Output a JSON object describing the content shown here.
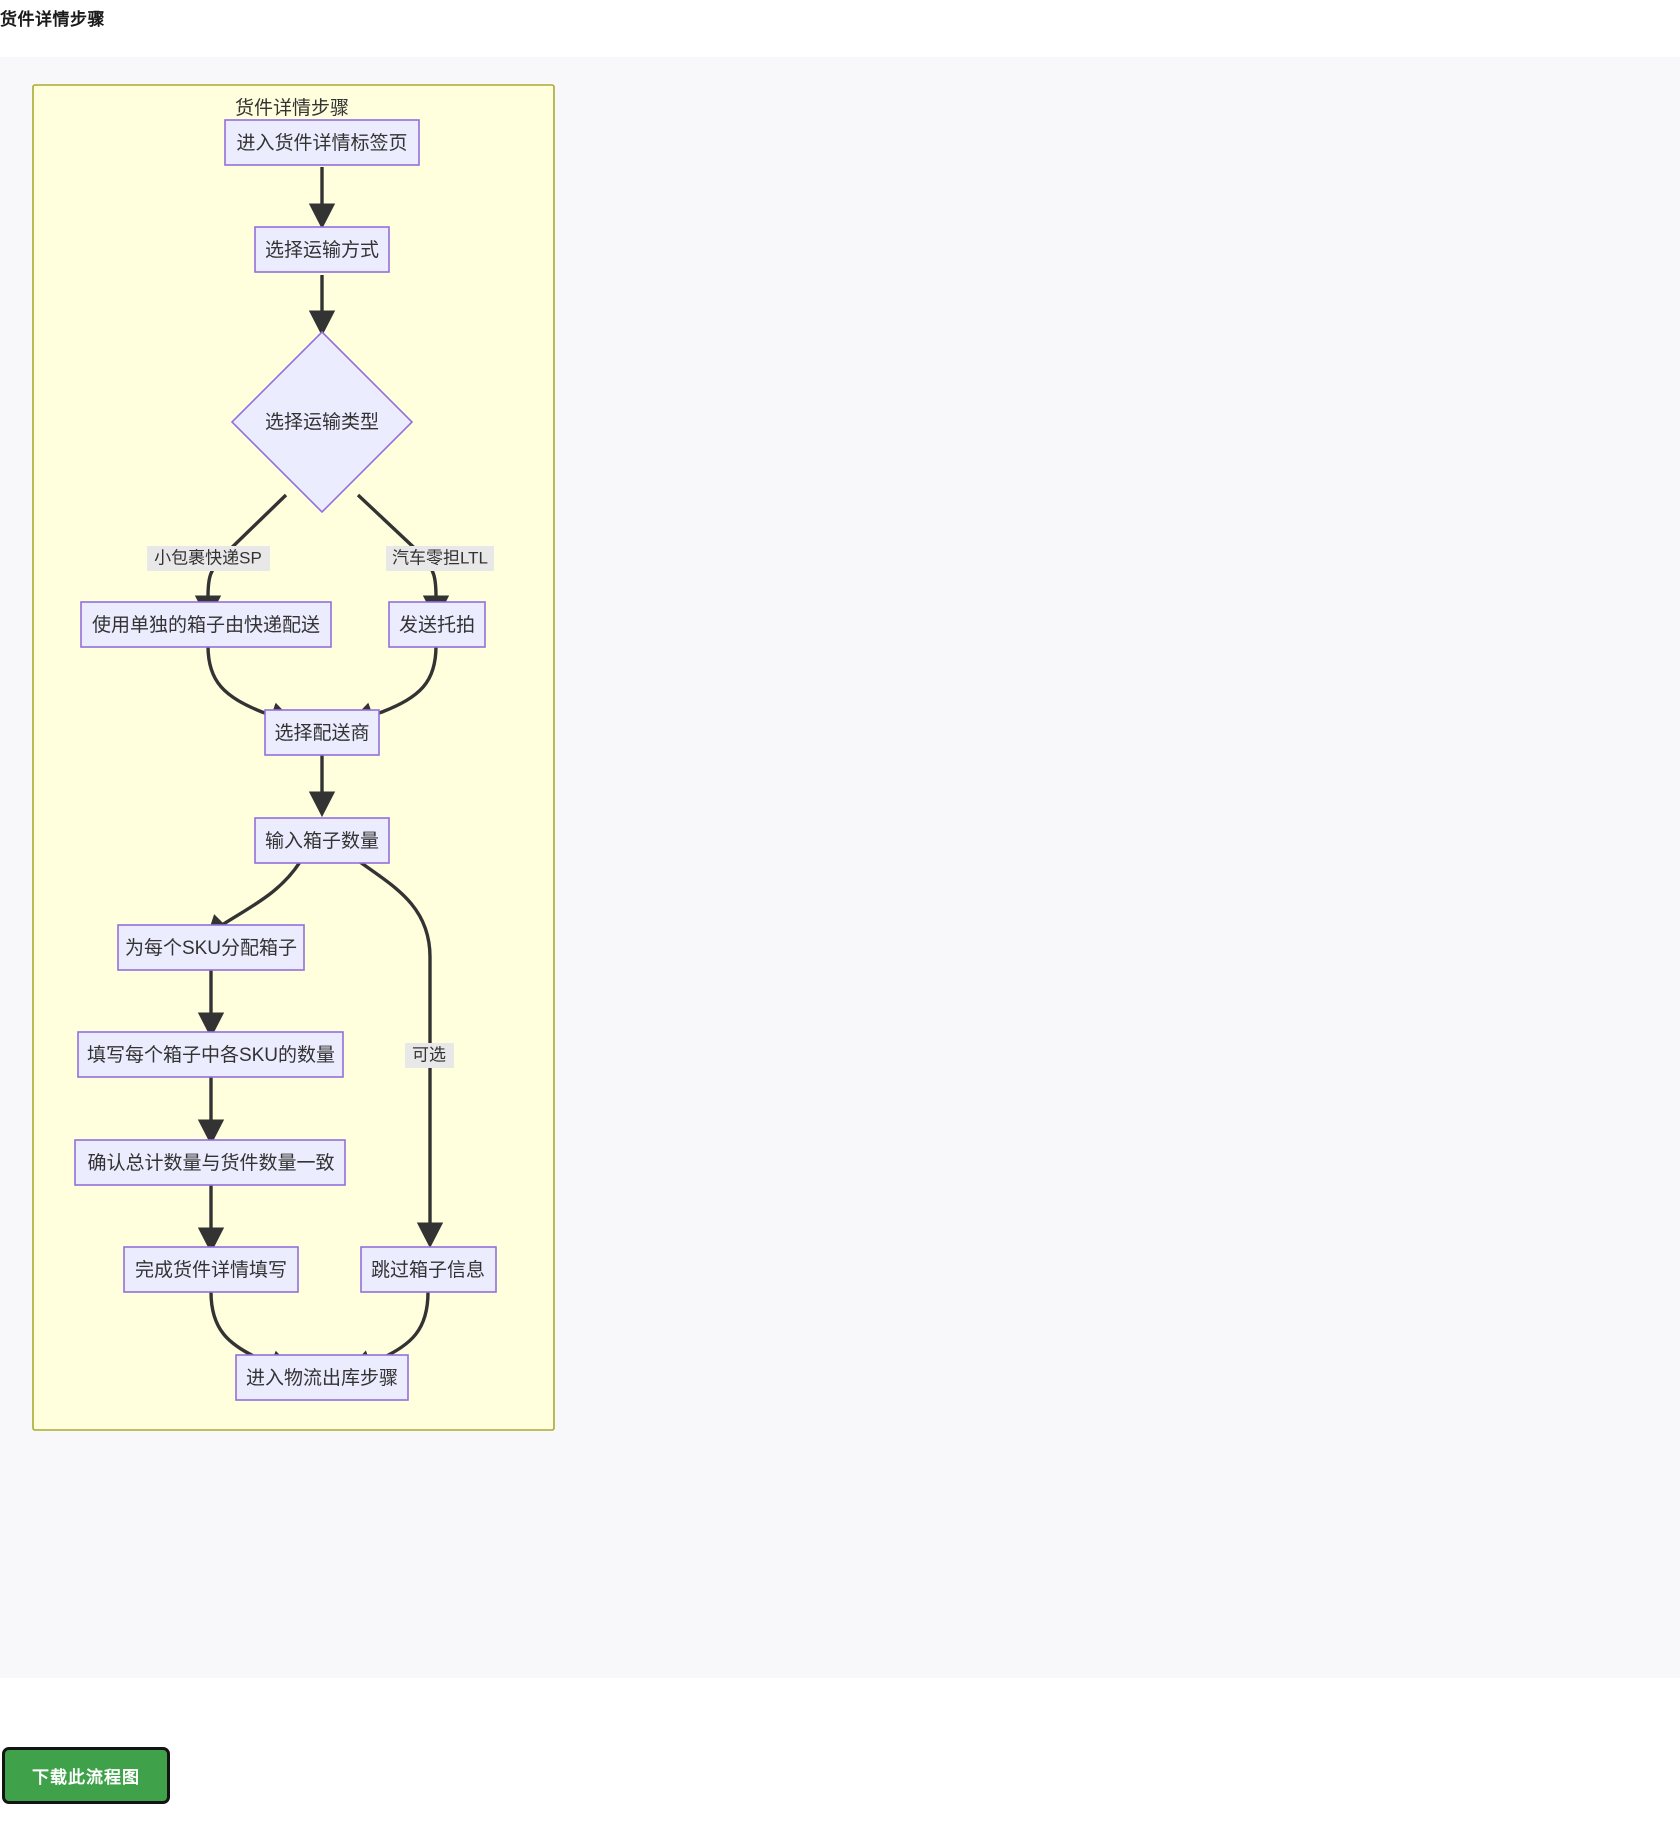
{
  "page": {
    "title": "货件详情步骤"
  },
  "diagram": {
    "subgraph_title": "货件详情步骤",
    "nodes": [
      {
        "id": "n1",
        "label": "进入货件详情标签页"
      },
      {
        "id": "n2",
        "label": "选择运输方式"
      },
      {
        "id": "n3",
        "label": "选择运输类型",
        "shape": "diamond"
      },
      {
        "id": "n4",
        "label": "使用单独的箱子由快递配送"
      },
      {
        "id": "n5",
        "label": "发送托拍"
      },
      {
        "id": "n6",
        "label": "选择配送商"
      },
      {
        "id": "n7",
        "label": "输入箱子数量"
      },
      {
        "id": "n8",
        "label": "为每个SKU分配箱子"
      },
      {
        "id": "n9",
        "label": "填写每个箱子中各SKU的数量"
      },
      {
        "id": "n10",
        "label": "确认总计数量与货件数量一致"
      },
      {
        "id": "n11",
        "label": "完成货件详情填写"
      },
      {
        "id": "n12",
        "label": "跳过箱子信息"
      },
      {
        "id": "n13",
        "label": "进入物流出库步骤"
      }
    ],
    "edge_labels": [
      {
        "id": "e1",
        "label": "小包裹快递SP"
      },
      {
        "id": "e2",
        "label": "汽车零担LTL"
      },
      {
        "id": "e3",
        "label": "可选"
      }
    ],
    "colors": {
      "node_fill": "#ececff",
      "node_stroke": "#9370db",
      "subgraph_fill": "#ffffde",
      "subgraph_stroke": "#aaaa33",
      "edge_stroke": "#333333",
      "panel_bg": "#f8f8fa",
      "button_bg": "#3fa24a"
    }
  },
  "actions": {
    "download_label": "下载此流程图"
  }
}
